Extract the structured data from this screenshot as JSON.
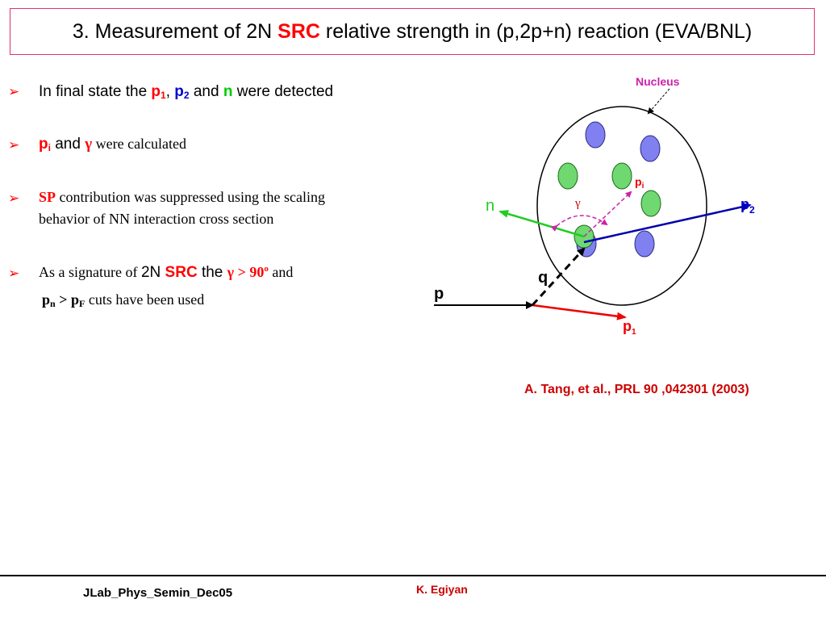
{
  "title": {
    "part1": "3. Measurement of 2N ",
    "src": "SRC",
    "part2": " relative strength in (p,2p+n) reaction (EVA/BNL)"
  },
  "bullets": {
    "b1": {
      "pre": "In final state the ",
      "p": "p",
      "sub1": "1",
      "comma": ", ",
      "sub2": "2",
      "and": " and ",
      "n": "n",
      "post": " were detected"
    },
    "b2": {
      "pi": "p",
      "pi_sub": "i",
      "and": " and ",
      "gamma": "γ",
      "post": " were calculated"
    },
    "b3": {
      "sp": "SP",
      "line1": " contribution was suppressed using the scaling",
      "line2": "behavior of NN interaction cross section"
    },
    "b4": {
      "pre": "As a signature of ",
      "twon": "2N ",
      "src": "SRC",
      "the": " the ",
      "cond": "γ > 90",
      "deg": "o",
      "and": " and",
      "line2_p": "p",
      "line2_n": "n",
      "line2_gt": " > ",
      "line2_pF": "p",
      "line2_F": "F",
      "line2_post": " cuts  have been used"
    }
  },
  "diagram": {
    "nucleus_label": "Nucleus",
    "n_label": "n",
    "gamma_label": "γ",
    "pi_label": "p",
    "pi_sub": "i",
    "p2_label": "p",
    "p2_sub": "2",
    "q_label": "q",
    "p_label": "p",
    "p1_label": "p",
    "p1_sub": "1"
  },
  "reference": "A.  Tang, et al.,   PRL 90 ,042301 (2003)",
  "footer": {
    "left": "JLab_Phys_Semin_Dec05",
    "middle": "K. Egiyan"
  },
  "colors": {
    "accent_red": "#ff0000",
    "blue_nucleon": "#8080f0",
    "green_nucleon": "#70d870",
    "border_pink": "#e0336f"
  }
}
